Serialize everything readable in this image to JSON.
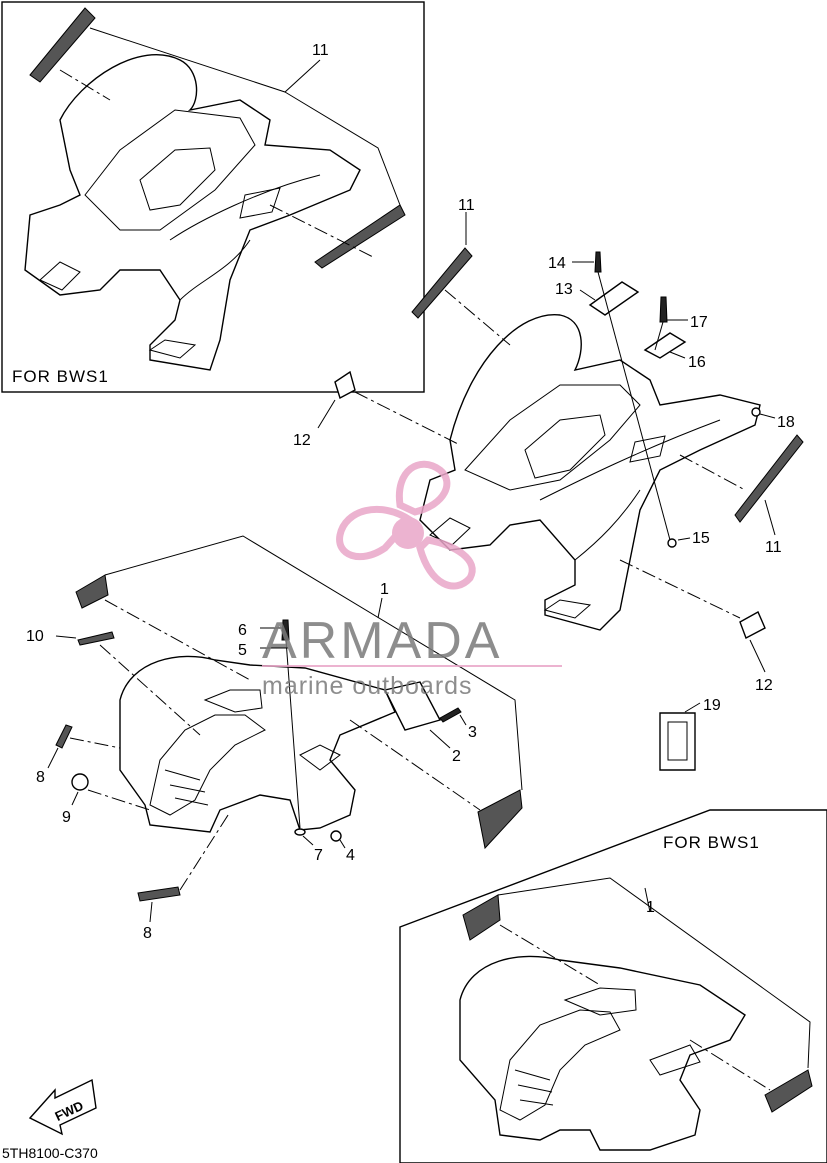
{
  "frames": {
    "top_left_label": "FOR  BWS1",
    "bottom_right_label": "FOR  BWS1"
  },
  "callouts": {
    "n1a": "1",
    "n1b": "1",
    "n2": "2",
    "n3": "3",
    "n4": "4",
    "n5": "5",
    "n6": "6",
    "n7": "7",
    "n8a": "8",
    "n8b": "8",
    "n9": "9",
    "n10": "10",
    "n11a": "11",
    "n11b": "11",
    "n11c": "11",
    "n12a": "12",
    "n12b": "12",
    "n13": "13",
    "n14": "14",
    "n15": "15",
    "n16": "16",
    "n17": "17",
    "n18": "18",
    "n19": "19"
  },
  "fwd_label": "FWD",
  "diagram_code": "5TH8100-C370",
  "watermark": {
    "brand": "ARMADA",
    "tagline": "marine outboards",
    "color_text": "#7a7a7a",
    "color_logo": "#e9a6c8"
  }
}
